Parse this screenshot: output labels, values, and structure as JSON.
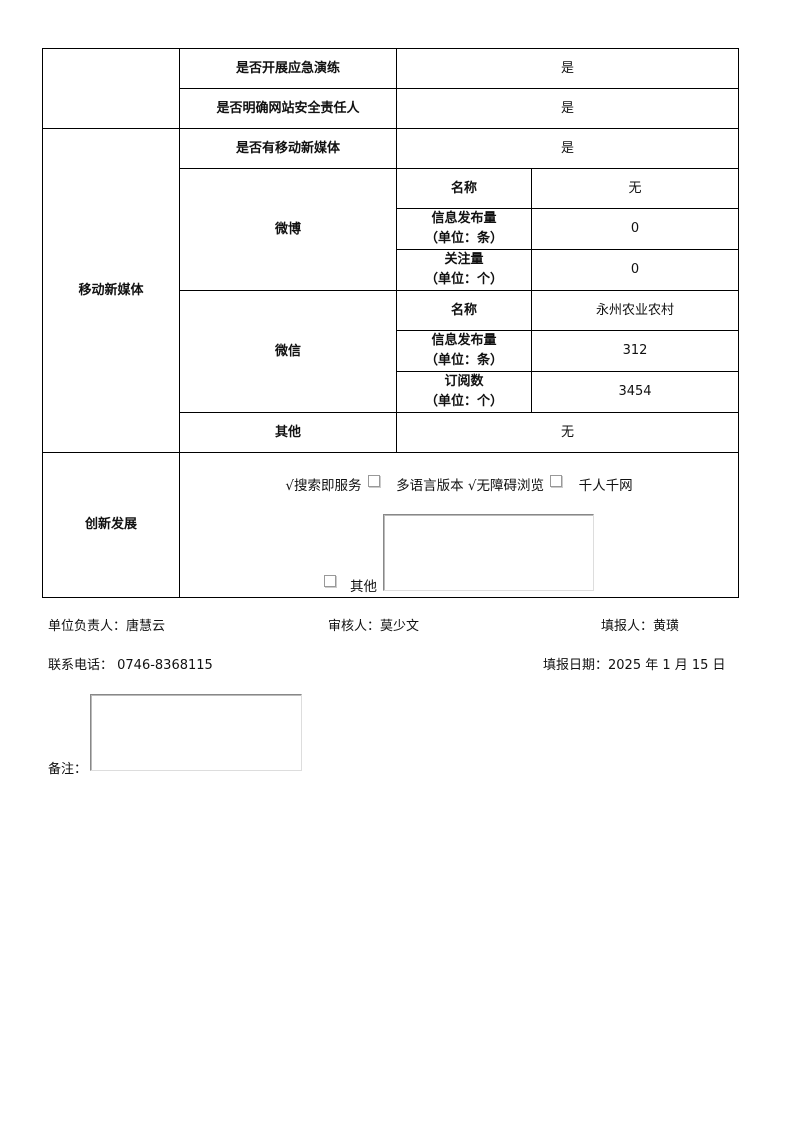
{
  "table": {
    "drill_label": "是否开展应急演练",
    "drill_value": "是",
    "security_label": "是否明确网站安全责任人",
    "security_value": "是",
    "mobile_section": "移动新媒体",
    "has_mobile_label": "是否有移动新媒体",
    "has_mobile_value": "是",
    "weibo": {
      "label": "微博",
      "name_label": "名称",
      "name_value": "无",
      "posts_label_1": "信息发布量",
      "posts_label_2": "（单位：条）",
      "posts_value": "0",
      "followers_label_1": "关注量",
      "followers_label_2": "（单位：个）",
      "followers_value": "0"
    },
    "wechat": {
      "label": "微信",
      "name_label": "名称",
      "name_value": "永州农业农村",
      "posts_label_1": "信息发布量",
      "posts_label_2": "（单位：条）",
      "posts_value": "312",
      "subs_label_1": "订阅数",
      "subs_label_2": "（单位：个）",
      "subs_value": "3454"
    },
    "other_label": "其他",
    "other_value": "无",
    "innovation_section": "创新发展",
    "innovation_options": {
      "search": "√搜索即服务",
      "multilang": "多语言版本",
      "accessible": "√无障碍浏览",
      "thousand": "千人千网",
      "other": "其他"
    }
  },
  "footer": {
    "unit_head": "单位负责人：唐慧云",
    "reviewer": "审核人：莫少文",
    "filler": "填报人：黄璜",
    "phone": "联系电话：  0746-8368115",
    "date": "填报日期：2025 年 1 月 15 日",
    "remarks_label": "备注："
  }
}
